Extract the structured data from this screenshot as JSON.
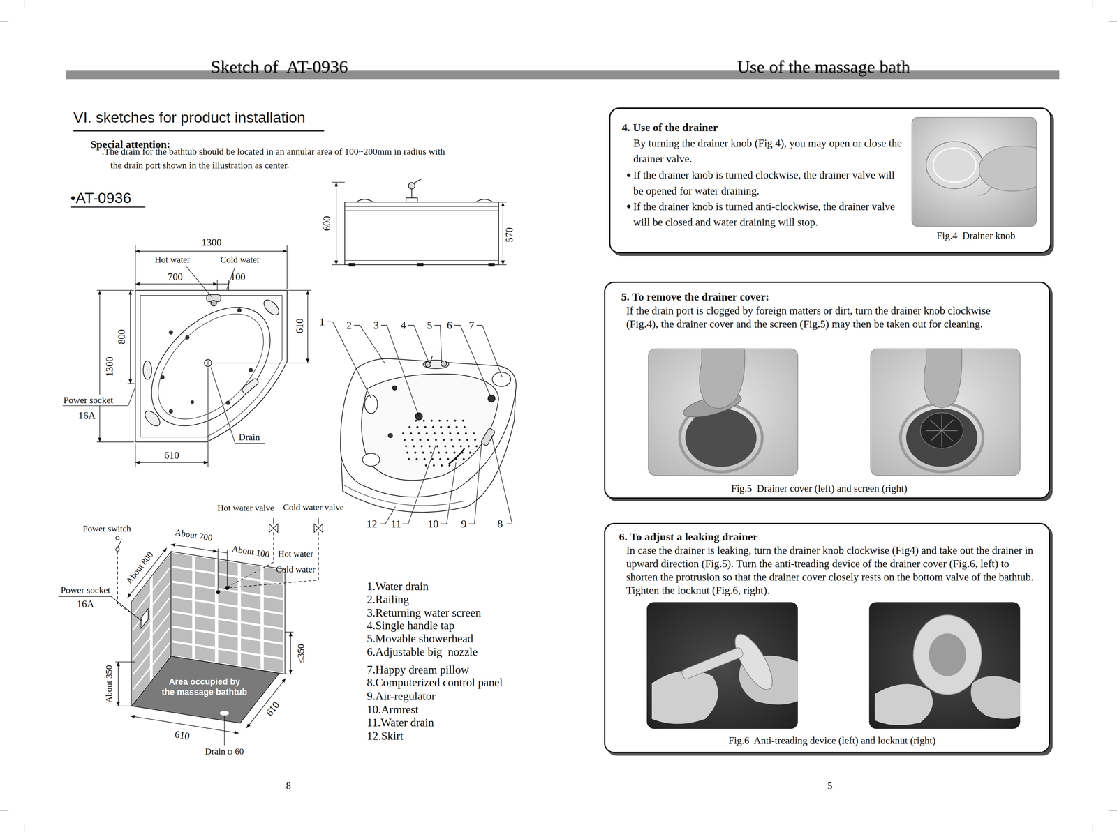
{
  "diagram": {
    "title": "VI. sketches for product installation",
    "nodes": [
      {
        "text": [
          "4. Use of the drainer",
          "By turning the drainer knob (Fig.4), you may open or close the drainer valve.",
          "If the drainer knob is turned clockwise, the drainer valve will be opened for water draining.",
          "If the drainer knob is turned anti-clockwise, the drainer valve will be closed and water draining will stop.",
          "Fig.4  Drainer knob"
        ]
      },
      {
        "text": [
          "5. To remove the drainer cover:",
          "If the drain port is clogged by foreign matters or dirt, turn the drainer knob clockwise (Fig.4), the drainer cover and the screen (Fig.5) may then be taken out for cleaning.",
          "Fig.5  Drainer cover (left) and screen (right)"
        ]
      },
      {
        "text": [
          "6. To adjust a leaking drainer",
          "In case the drainer is leaking, turn the drainer knob clockwise (Fig4) and take out the drainer in upward direction (Fig.5). Turn the anti-treading device of the drainer cover (Fig.6, left) to shorten the protrusion so that the drainer cover closely rests on the bottom valve of the bathtub. Tighten the locknut (Fig.6, right).",
          "Fig.6  Anti-treading device (left) and locknut (right)"
        ]
      }
    ],
    "labels": [
      "Sketch of  AT-0936",
      "Use of the massage bath",
      "Special attention:",
      ".The drain for the bathtub should be located in an annular area of 100~200mm in radius with the drain port shown in the illustration as center.",
      "•AT-0936",
      "1300",
      "Hot water",
      "Cold water",
      "700",
      "100",
      "1300",
      "800",
      "610",
      "Power socket",
      "16A",
      "Drain",
      "610",
      "600",
      "570",
      "1",
      "2",
      "3",
      "4",
      "5",
      "6",
      "7",
      "12",
      "11",
      "10",
      "9",
      "8",
      "Hot water valve",
      "Cold water valve",
      "Power switch",
      "About 800",
      "About 700",
      "About 100",
      "Hot water",
      "Cold water",
      "Power socket",
      "16A",
      "≤350",
      "About 350",
      "Area occupied by the massage bathtub",
      "610",
      "610",
      "Drain φ 60",
      "1.Water drain",
      "2.Railing",
      "3.Returning water screen",
      "4.Single handle tap",
      "5.Movable showerhead",
      "6.Adjustable big  nozzle",
      "7.Happy dream pillow",
      "8.Computerized control panel",
      "9.Air-regulator",
      "10.Armrest",
      "11.Water drain",
      "12.Skirt",
      "8",
      "5"
    ]
  }
}
